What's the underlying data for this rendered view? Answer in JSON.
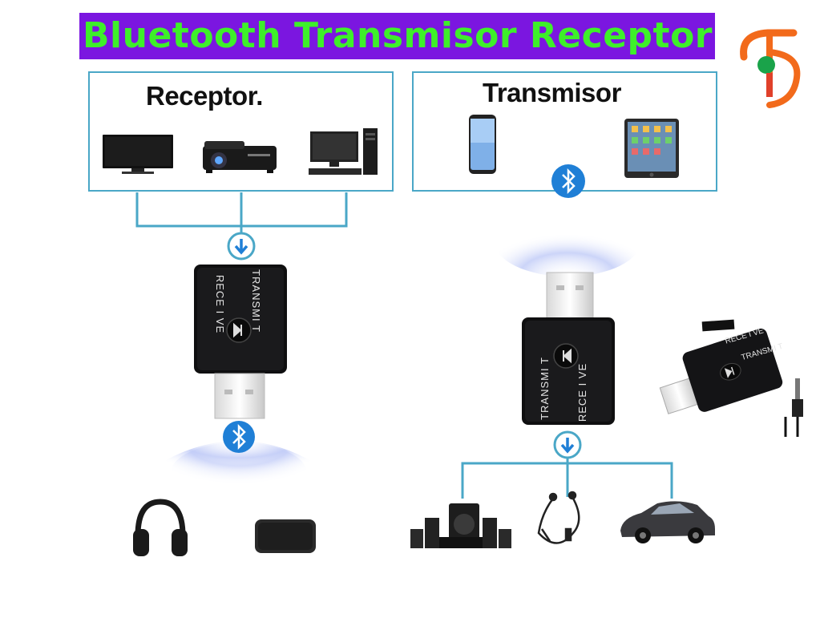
{
  "header": {
    "title": "Bluetooth Transmisor Receptor"
  },
  "panels": {
    "receptor": {
      "title": "Receptor."
    },
    "transmisor": {
      "title": "Transmisor"
    }
  },
  "dongle_labels": {
    "receive": "RECE I VE",
    "transmit": "TRANSMI T",
    "receive_alt": "RECE I VE",
    "transmit_alt": "TRANSMI T",
    "receive_small": "RECE I VE",
    "transmit_small": "TRANSMI T"
  },
  "colors": {
    "banner_bg": "#7b16e0",
    "banner_text": "#3ef02a",
    "panel_border": "#4aa7c7",
    "connector": "#4aa7c7",
    "bluetooth": "#1f7fd6",
    "logo_orange": "#f26a1b",
    "logo_green": "#1aa34a"
  },
  "icons": [
    "logo-icon",
    "tv-icon",
    "projector-icon",
    "desktop-pc-icon",
    "smartphone-icon",
    "tablet-icon",
    "bluetooth-icon",
    "arrow-down-icon",
    "play-pause-icon",
    "headphones-icon",
    "speaker-icon",
    "home-theater-icon",
    "earphones-icon",
    "car-icon",
    "usb-dongle-icon",
    "audio-cable-icon"
  ]
}
